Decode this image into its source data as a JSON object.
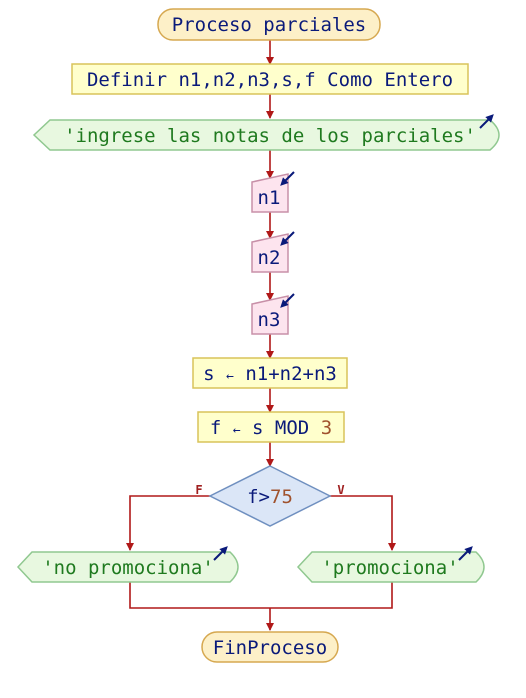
{
  "flowchart": {
    "start": "Proceso parciales",
    "define": "Definir n1,n2,n3,s,f Como Entero",
    "output_prompt": "'ingrese las notas de los parciales'",
    "read": [
      "n1",
      "n2",
      "n3"
    ],
    "assign_s": {
      "var": "s",
      "arrow": "←",
      "expr": "n1+n2+n3"
    },
    "assign_f": {
      "var": "f",
      "arrow": "←",
      "expr": "s",
      "op": "MOD",
      "num": "3"
    },
    "decision": {
      "var": "f",
      "op": ">",
      "num": "75",
      "false_label": "F",
      "true_label": "V"
    },
    "output_false": "'no promociona'",
    "output_true": "'promociona'",
    "end": "FinProceso"
  },
  "colors": {
    "terminal_fill": "#fdf0c8",
    "terminal_stroke": "#d6a850",
    "process_fill": "#ffffcc",
    "process_stroke": "#d9c35a",
    "io_fill": "#e8f8e0",
    "io_stroke": "#90c890",
    "read_fill": "#fde4ee",
    "read_stroke": "#c890a8",
    "decision_fill": "#dbe6f7",
    "decision_stroke": "#7090c0",
    "text": "#0a1a7a",
    "number": "#a0522d",
    "flow_line": "#b01818"
  },
  "icons": [
    "output-arrow-icon",
    "input-arrow-icon"
  ]
}
